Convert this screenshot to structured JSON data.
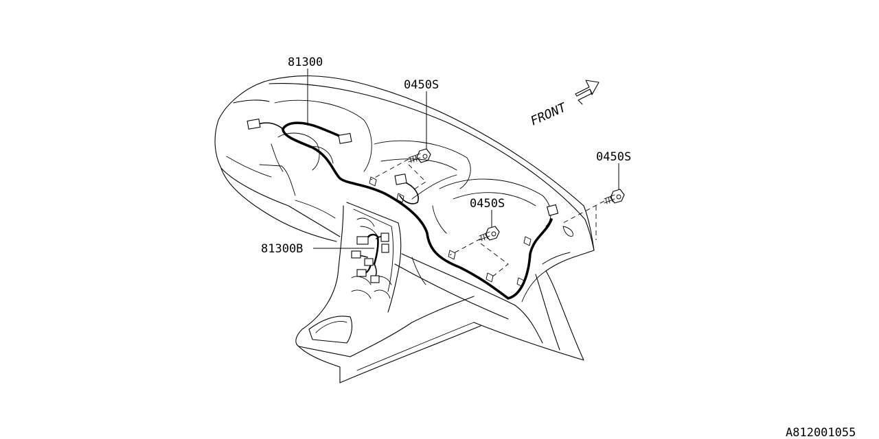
{
  "diagram": {
    "part_labels": {
      "harness_main": "81300",
      "harness_sub": "81300B",
      "bolt_top": "0450S",
      "bolt_right": "0450S",
      "bolt_middle": "0450S"
    },
    "direction_label": "FRONT",
    "reference_code": "A812001055"
  }
}
